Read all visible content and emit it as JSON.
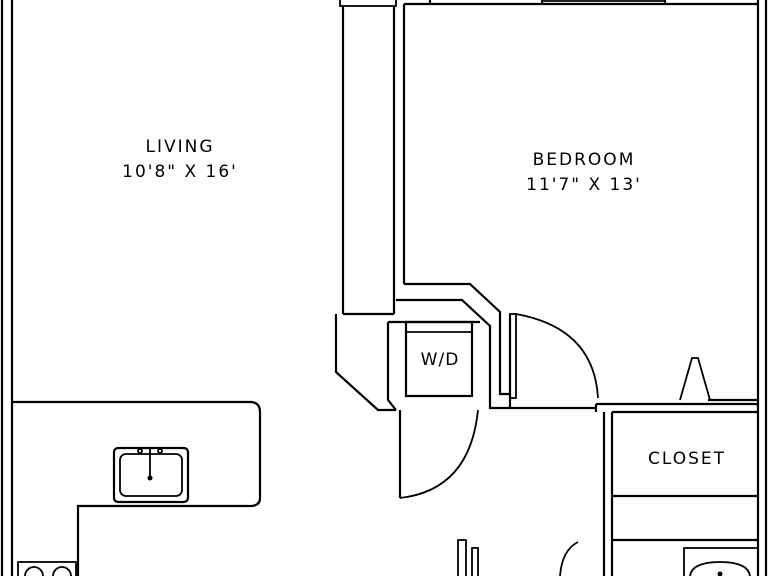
{
  "rooms": {
    "living": {
      "name": "LIVING",
      "dims": "10'8\" X 16'"
    },
    "bedroom": {
      "name": "BEDROOM",
      "dims": "11'7\" X 13'"
    },
    "closet": {
      "name": "CLOSET"
    },
    "washer_dryer": {
      "name": "W/D"
    }
  }
}
